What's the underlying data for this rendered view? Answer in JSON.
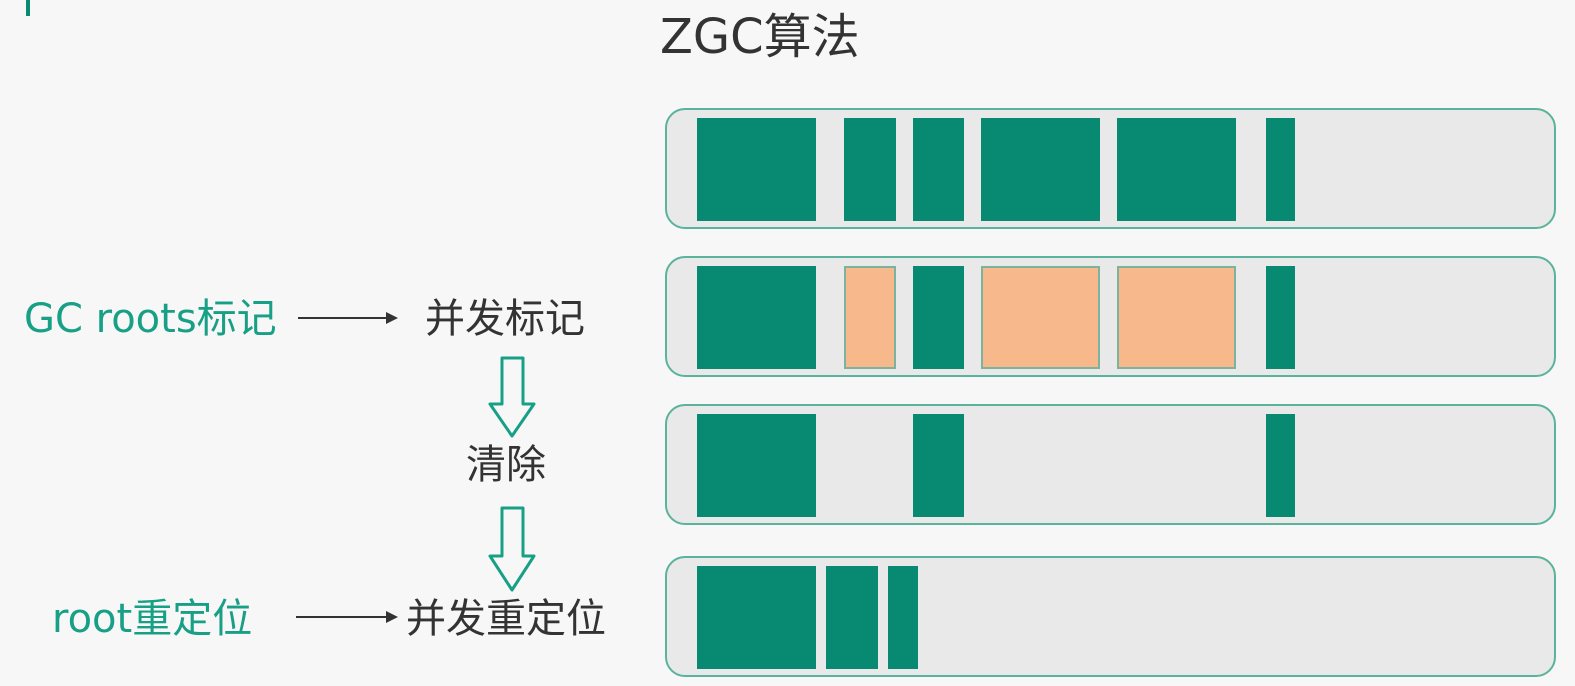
{
  "title": "ZGC算法",
  "labels": {
    "gc_roots_mark": "GC roots标记",
    "concurrent_mark": "并发标记",
    "clean": "清除",
    "root_relocate": "root重定位",
    "concurrent_relocate": "并发重定位"
  },
  "colors": {
    "accent_green": "#17a085",
    "live_object": "#088a72",
    "marked_object": "#f7b98c",
    "row_background": "#e9e9e9",
    "row_border": "#5ab39b",
    "text_dark": "#333333"
  },
  "memory_rows": [
    {
      "stage": "initial",
      "blocks": [
        "live",
        "live",
        "live",
        "live",
        "live",
        "live"
      ]
    },
    {
      "stage": "concurrent-mark",
      "blocks": [
        "live",
        "marked",
        "live",
        "marked",
        "marked",
        "live"
      ]
    },
    {
      "stage": "clean",
      "blocks": [
        "live",
        "live",
        "live"
      ]
    },
    {
      "stage": "relocate",
      "blocks": [
        "live",
        "live",
        "live"
      ]
    }
  ]
}
